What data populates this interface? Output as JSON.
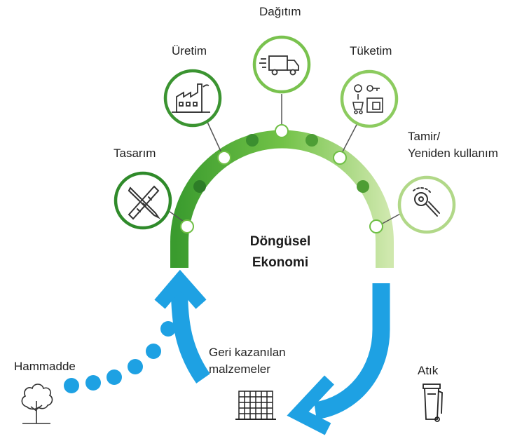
{
  "center": {
    "line1": "Döngüsel",
    "line2": "Ekonomi"
  },
  "stages": [
    {
      "label": "Tasarım",
      "icon": "ruler-pencil-icon"
    },
    {
      "label": "Üretim",
      "icon": "factory-icon"
    },
    {
      "label": "Dağıtım",
      "icon": "truck-icon"
    },
    {
      "label": "Tüketim",
      "icon": "shopping-icon"
    },
    {
      "label_line1": "Tamir/",
      "label_line2": "Yeniden kullanım",
      "icon": "wrench-icon"
    }
  ],
  "flows": {
    "raw_material": {
      "label": "Hammadde",
      "icon": "tree-icon"
    },
    "recovered": {
      "label_line1": "Geri kazanılan",
      "label_line2": "malzemeler",
      "icon": "material-bale-icon"
    },
    "waste": {
      "label": "Atık",
      "icon": "trash-bin-icon"
    }
  },
  "colors": {
    "arc_dark": "#3a9b2e",
    "arc_mid": "#6fc045",
    "arc_light": "#c8e4a3",
    "blue": "#1ea1e3",
    "circle_dark": "#2f8a2a",
    "circle_light": "#a8d57c"
  }
}
